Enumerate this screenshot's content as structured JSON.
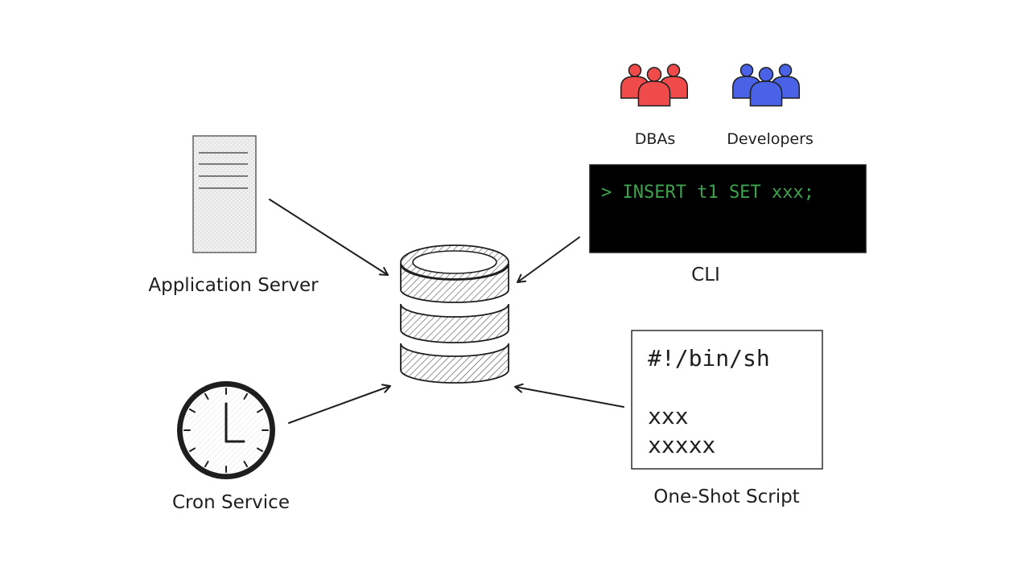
{
  "colors": {
    "dbas": "#ef4b4b",
    "developers": "#4a63e6",
    "terminal_bg": "#000000",
    "terminal_text": "#3ea34e",
    "stroke": "#1e1e1e",
    "server_fill": "#eeeeee"
  },
  "nodes": {
    "database": {
      "icon": "database-icon"
    },
    "application_server": {
      "label": "Application Server",
      "icon": "server-icon"
    },
    "cron_service": {
      "label": "Cron Service",
      "icon": "clock-icon"
    },
    "dbas": {
      "label": "DBAs",
      "icon": "people-group-icon"
    },
    "developers": {
      "label": "Developers",
      "icon": "people-group-icon"
    },
    "cli": {
      "label": "CLI",
      "command": "> INSERT t1 SET xxx;"
    },
    "script": {
      "label": "One-Shot Script",
      "lines": [
        "#!/bin/sh",
        "",
        "xxx",
        "xxxxx"
      ]
    }
  },
  "edges": [
    {
      "from": "Application Server",
      "to": "database"
    },
    {
      "from": "Cron Service",
      "to": "database"
    },
    {
      "from": "CLI",
      "to": "database"
    },
    {
      "from": "One-Shot Script",
      "to": "database"
    }
  ]
}
